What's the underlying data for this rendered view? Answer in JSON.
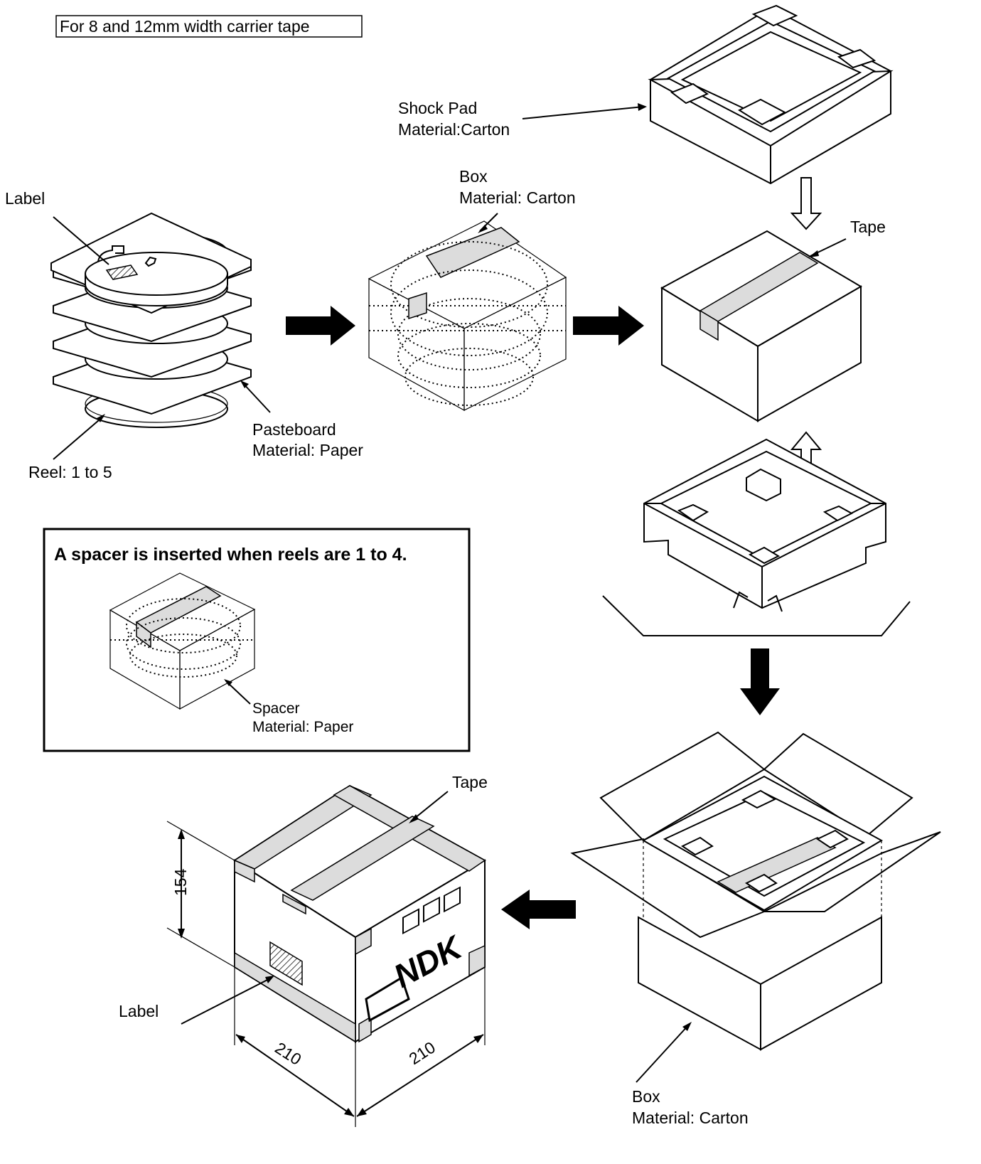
{
  "title": "For 8 and 12mm width carrier tape",
  "labels": {
    "shock_pad_name": "Shock Pad",
    "shock_pad_material": "Material:Carton",
    "box_top_name": "Box",
    "box_top_material": "Material: Carton",
    "reel_label": "Label",
    "tape_top": "Tape",
    "pasteboard_name": "Pasteboard",
    "pasteboard_material": "Material: Paper",
    "reel_count": "Reel: 1 to 5",
    "spacer_name": "Spacer",
    "spacer_material": "Material: Paper",
    "tape_bottom": "Tape",
    "label_bottom": "Label",
    "box_bottom_name": "Box",
    "box_bottom_material": "Material: Carton",
    "logo_text": "NDK"
  },
  "note": {
    "heading": "A spacer is inserted when reels are 1 to 4."
  },
  "dimensions": {
    "height": "154",
    "width_left": "210",
    "width_right": "210"
  }
}
